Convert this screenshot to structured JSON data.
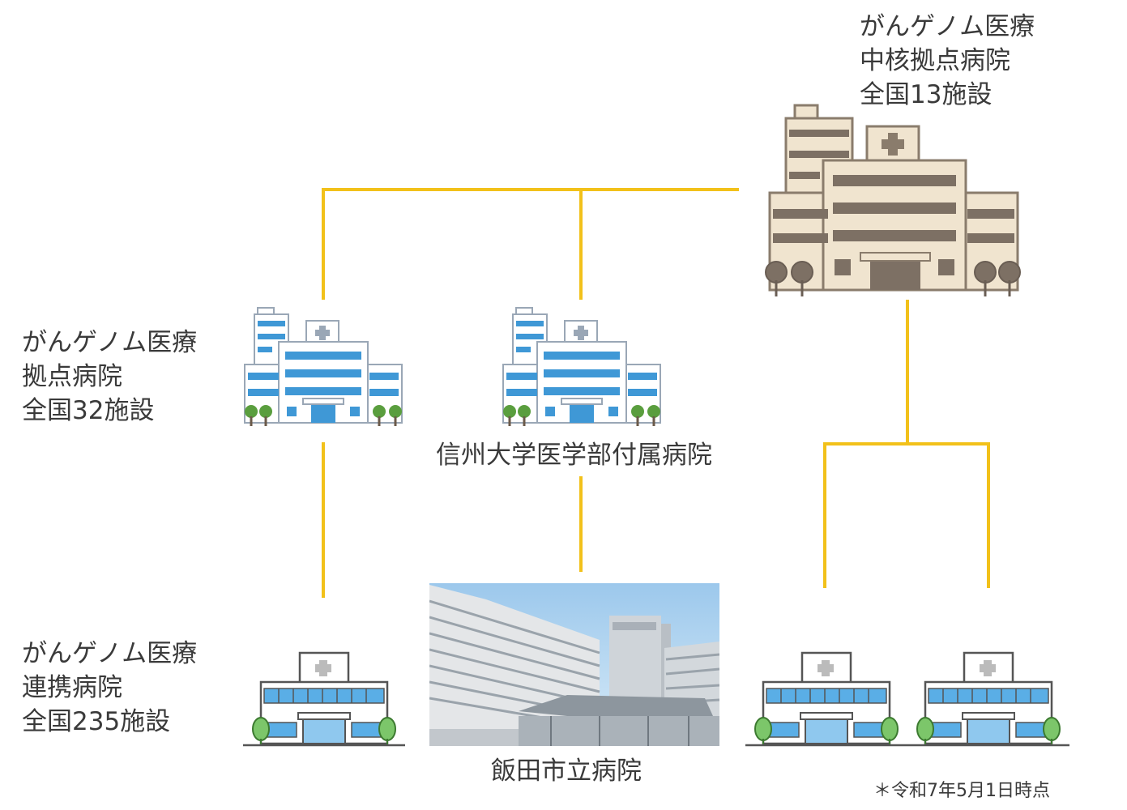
{
  "core_hospital": {
    "lines": [
      "がんゲノム医療",
      "中核拠点病院",
      "全国13施設"
    ]
  },
  "base_hospital": {
    "lines": [
      "がんゲノム医療",
      "拠点病院",
      "全国32施設"
    ],
    "example_name": "信州大学医学部付属病院"
  },
  "cooperating_hospital": {
    "lines": [
      "がんゲノム医療",
      "連携病院",
      "全国235施設"
    ],
    "example_name": "飯田市立病院"
  },
  "footnote": "＊令和7年5月1日時点",
  "colors": {
    "connector": "#f2c11a",
    "core_building": "#f0e4cf",
    "base_building_window": "#3f98d6",
    "cooperating_building_window": "#5aaee6",
    "tree": "#7cc66a"
  }
}
